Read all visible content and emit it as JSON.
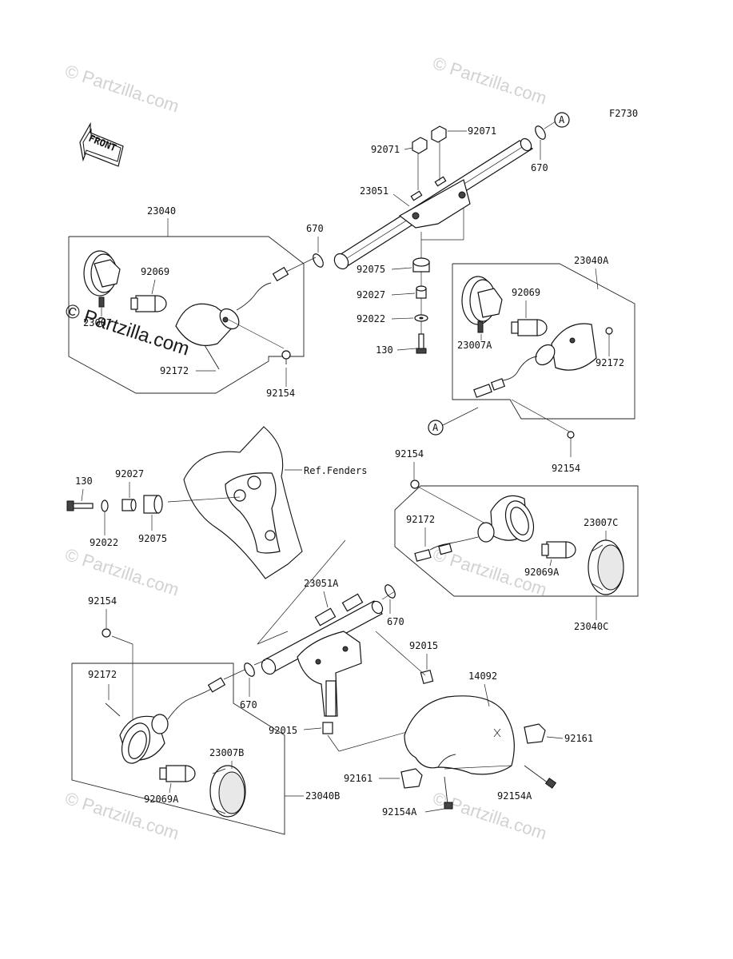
{
  "figure_code": "F2730",
  "front_label": "FRONT",
  "callout_a": "A",
  "ref_note": "Ref.Fenders",
  "watermark_text": "© Partzilla.com",
  "watermark_overlay": "© Partzilla.com",
  "labels": {
    "p92071_a": "92071",
    "p92071_b": "92071",
    "p670_a": "670",
    "p23051": "23051",
    "p23040": "23040",
    "p670_b": "670",
    "p92069_a": "92069",
    "p23007": "23007",
    "p92172_a": "92172",
    "p92154_a": "92154",
    "p92075_a": "92075",
    "p92027_a": "92027",
    "p92022_a": "92022",
    "p130_a": "130",
    "p23040A": "23040A",
    "p92069_b": "92069",
    "p23007A": "23007A",
    "p92172_b": "92172",
    "p92154_b": "92154",
    "p130_b": "130",
    "p92027_b": "92027",
    "p92022_b": "92022",
    "p92075_b": "92075",
    "p92154_c": "92154",
    "p92172_c": "92172",
    "p23007C": "23007C",
    "p92069A_a": "92069A",
    "p23040C": "23040C",
    "p23051A": "23051A",
    "p670_c": "670",
    "p92154_d": "92154",
    "p92172_d": "92172",
    "p670_d": "670",
    "p23007B": "23007B",
    "p92069A_b": "92069A",
    "p23040B": "23040B",
    "p92015_a": "92015",
    "p92015_b": "92015",
    "p14092": "14092",
    "p92161_a": "92161",
    "p92161_b": "92161",
    "p92154A_a": "92154A",
    "p92154A_b": "92154A"
  }
}
